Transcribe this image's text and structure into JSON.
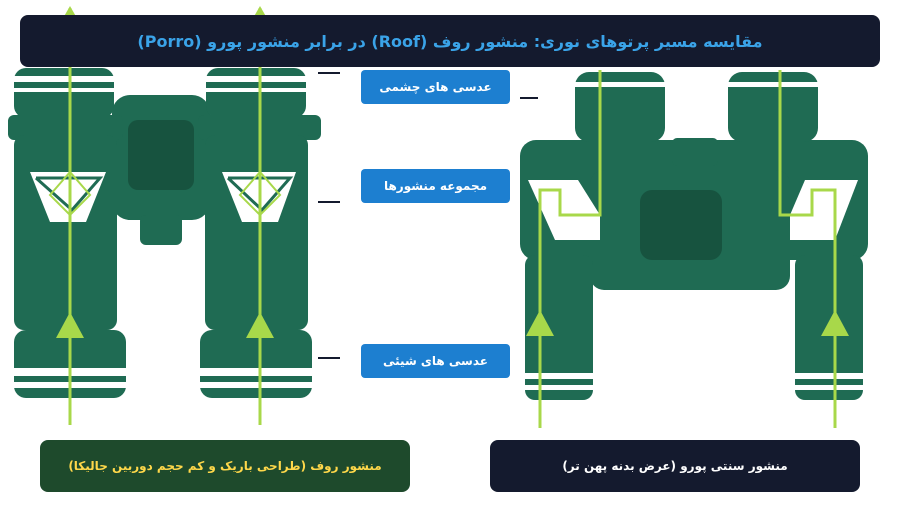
{
  "title": "مقایسه مسیر پرتوهای نوری: منشور روف (Roof) در برابر منشور پورو (Porro)",
  "labels": {
    "eyepieces": "عدسی های چشمی",
    "prisms": "مجموعه منشورها",
    "objectives": "عدسی های شیئی"
  },
  "captions": {
    "roof": "منشور روف (طراحی باریک و کم حجم دوربین جالیکا)",
    "porro": "منشور سنتی پورو (عرض بدنه پهن تر)"
  },
  "colors": {
    "body": "#1f6b53",
    "light_path": "#a8d84a",
    "title_bg": "#141a2e",
    "title_text": "#3aa3e8",
    "callout_bg": "#1d7fd0",
    "roof_caption_bg": "#1e4a2c",
    "roof_caption_text": "#ffd84a"
  },
  "icons": [
    "up-arrow-icon"
  ]
}
